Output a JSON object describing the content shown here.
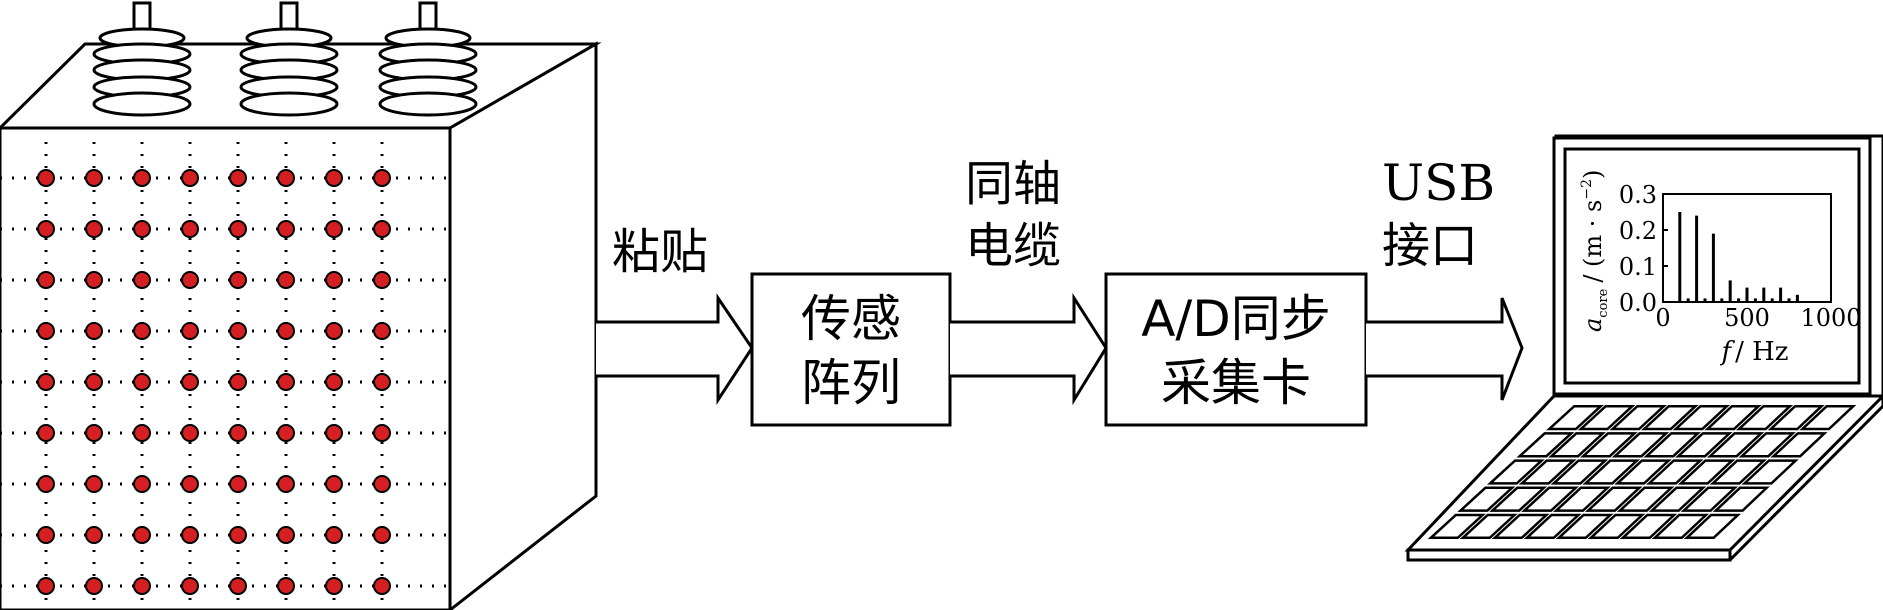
{
  "labels": {
    "paste": "粘贴",
    "coax_line1": "同轴",
    "coax_line2": "电缆",
    "usb_line1": "USB",
    "usb_line2": "接口"
  },
  "boxes": {
    "sensor_line1": "传感",
    "sensor_line2": "阵列",
    "daq_line1": "A/D同步",
    "daq_line2": "采集卡"
  },
  "sensor_grid": {
    "rows": 9,
    "cols": 8
  },
  "colors": {
    "sensor_dot": "#d42020",
    "stroke": "#000000"
  },
  "chart_data": {
    "type": "bar",
    "xlabel_var": "f",
    "xlabel_unit": "/ Hz",
    "ylabel_var": "a",
    "ylabel_sub": "core",
    "ylabel_unit": "/ (m · s",
    "ylabel_exp": "−2",
    "ylabel_close": ")",
    "xlim": [
      0,
      1000
    ],
    "ylim": [
      0,
      0.3
    ],
    "xticks": [
      "0",
      "500",
      "1000"
    ],
    "xtick_values": [
      0,
      500,
      1000
    ],
    "yticks": [
      "0.0",
      "0.1",
      "0.2",
      "0.3"
    ],
    "ytick_values": [
      0,
      0.1,
      0.2,
      0.3
    ],
    "x": [
      100,
      150,
      200,
      250,
      300,
      350,
      400,
      450,
      500,
      550,
      600,
      650,
      700,
      750,
      800
    ],
    "values": [
      0.25,
      0.01,
      0.24,
      0.01,
      0.19,
      0.01,
      0.06,
      0.01,
      0.04,
      0.01,
      0.04,
      0.01,
      0.04,
      0.01,
      0.02
    ]
  }
}
